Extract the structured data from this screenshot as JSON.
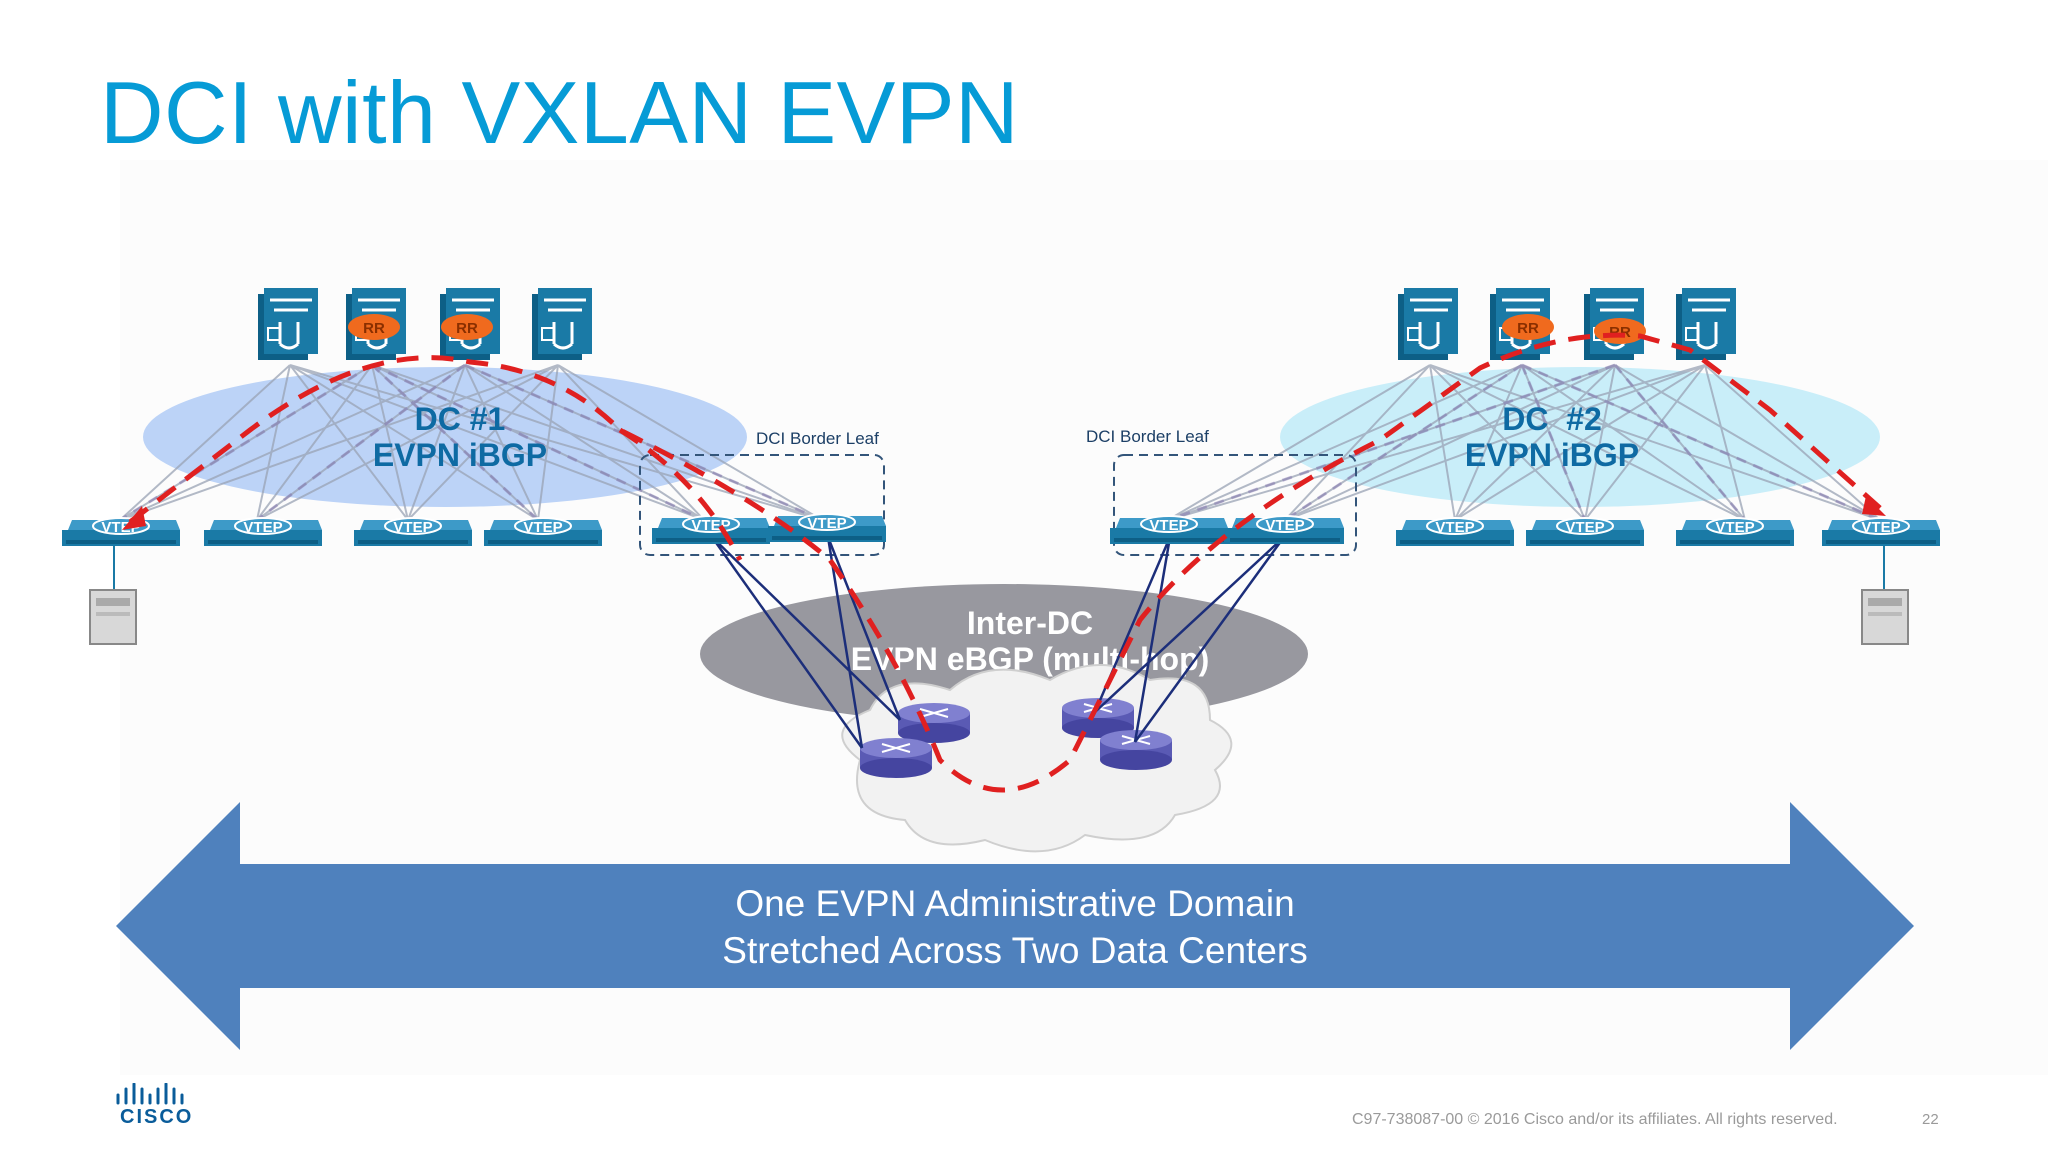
{
  "slide": {
    "title": "DCI with VXLAN EVPN",
    "dc1_name": "DC #1",
    "dc1_protocol": "EVPN iBGP",
    "dc2_name": "DC  #2",
    "dc2_protocol": "EVPN iBGP",
    "border_leaf_left": "DCI Border Leaf",
    "border_leaf_right": "DCI Border Leaf",
    "inter_dc_line1": "Inter-DC",
    "inter_dc_line2": "EVPN eBGP (multi-hop)",
    "arrow_line1": "One EVPN Administrative Domain",
    "arrow_line2": "Stretched Across Two Data Centers",
    "vtep_label": "VTEP",
    "rr_label": "RR",
    "copyright": "C97-738087-00 © 2016  Cisco and/or its affiliates. All rights reserved.",
    "page_number": "22",
    "logo": "CISCO"
  },
  "colors": {
    "title": "#069bd6",
    "dc1_cloud": "#bcd3f7",
    "dc2_cloud": "#c9eef9",
    "inter_dc_cloud": "#98989f",
    "arrow": "#4f81bd",
    "device": "#1a7aa6",
    "rr_badge": "#f06a1e",
    "path": "#e02020",
    "wan_links": "#1c2e7a"
  }
}
